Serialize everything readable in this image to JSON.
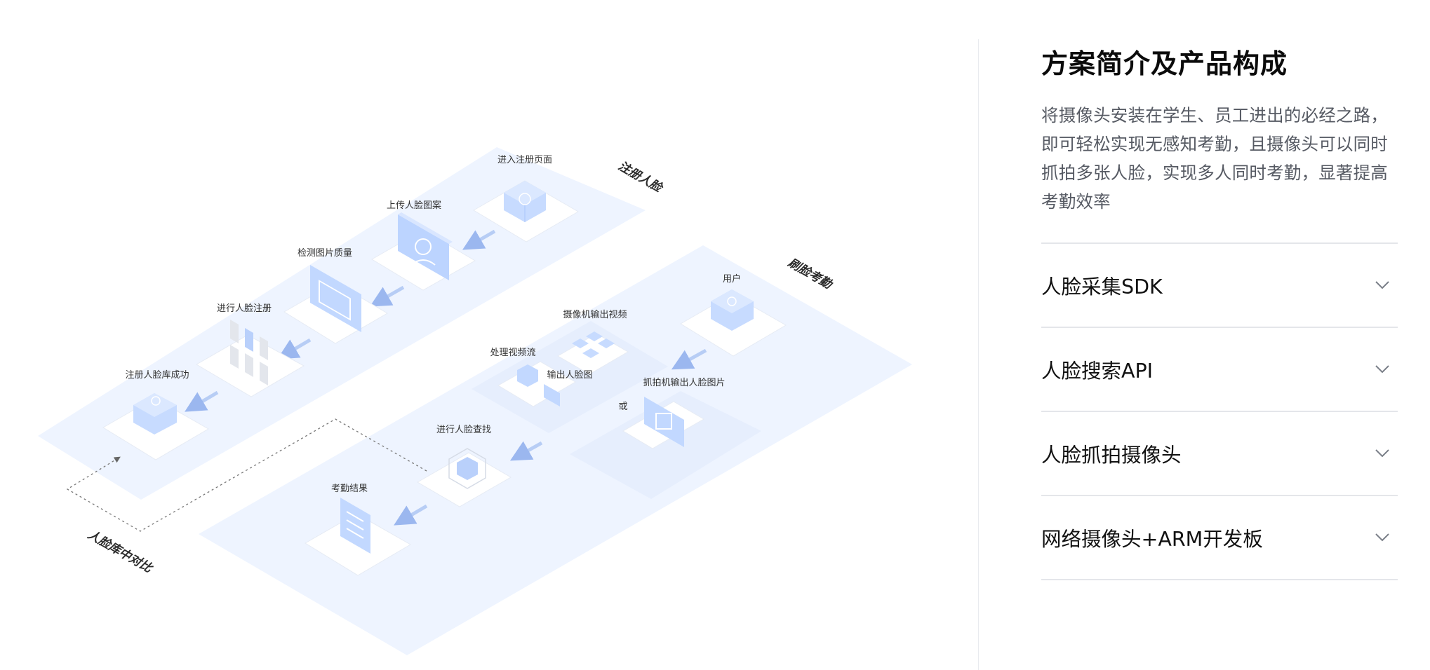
{
  "diagram": {
    "zones": {
      "register": "注册人脸",
      "attendance": "刷脸考勤",
      "compare": "人脸库中对比"
    },
    "nodes": {
      "enter_register_page": "进入注册页面",
      "upload_face": "上传人脸图案",
      "check_quality": "检测图片质量",
      "do_register": "进行人脸注册",
      "register_success": "注册人脸库成功",
      "user": "用户",
      "camera_output": "摄像机输出视频",
      "process_stream": "处理视频流",
      "output_face_image": "输出人脸图",
      "capture_camera_output": "抓拍机输出人脸图片",
      "or": "或",
      "face_search": "进行人脸查找",
      "attendance_result": "考勤结果"
    }
  },
  "panel": {
    "title": "方案简介及产品构成",
    "description": "将摄像头安装在学生、员工进出的必经之路，即可轻松实现无感知考勤，且摄像头可以同时抓拍多张人脸，实现多人同时考勤，显著提高考勤效率",
    "items": [
      {
        "label": "人脸采集SDK"
      },
      {
        "label": "人脸搜索API"
      },
      {
        "label": "人脸抓拍摄像头"
      },
      {
        "label": "网络摄像头+ARM开发板"
      }
    ]
  },
  "colors": {
    "platform": "#eef4ff",
    "cube": "#c2d8ff",
    "accent": "#8fb6fb",
    "divider": "#e4e6ea"
  }
}
